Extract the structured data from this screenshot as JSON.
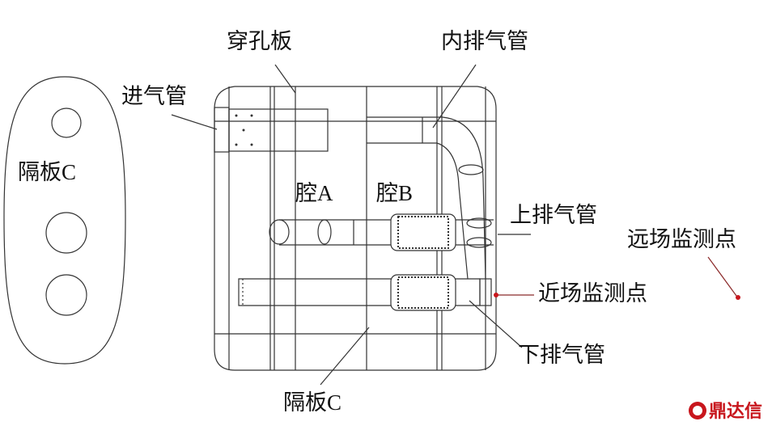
{
  "labels": {
    "perforated_plate": "穿孔板",
    "inner_exhaust_pipe": "内排气管",
    "inlet_pipe": "进气管",
    "partition_c_left": "隔板C",
    "cavity_a": "腔A",
    "cavity_b": "腔B",
    "upper_exhaust_pipe": "上排气管",
    "far_field_point": "远场监测点",
    "near_field_point": "近场监测点",
    "lower_exhaust_pipe": "下排气管",
    "partition_c_bottom": "隔板C"
  },
  "logo": {
    "text": "鼎达信",
    "color": "#c8161d"
  },
  "colors": {
    "monitor_point": "#c8161d",
    "line": "#333333"
  }
}
